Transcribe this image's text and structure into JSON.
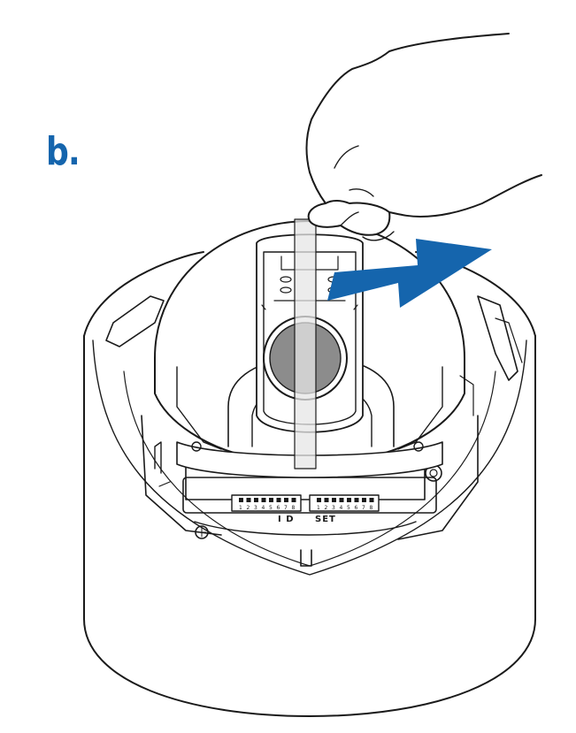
{
  "figure": {
    "step_label": "b.",
    "dip_labels": {
      "left": "I D",
      "right": "SET"
    },
    "dip_numbers": [
      "1",
      "2",
      "3",
      "4",
      "5",
      "6",
      "7",
      "8"
    ]
  },
  "colors": {
    "accent": "#1565ad",
    "line": "#1a1a1a",
    "lens": "#8c8c8c",
    "film": "#e6e6e6",
    "background": "#ffffff"
  },
  "icons": {
    "hand": "hand-icon",
    "arrow": "arrow-right-icon"
  }
}
